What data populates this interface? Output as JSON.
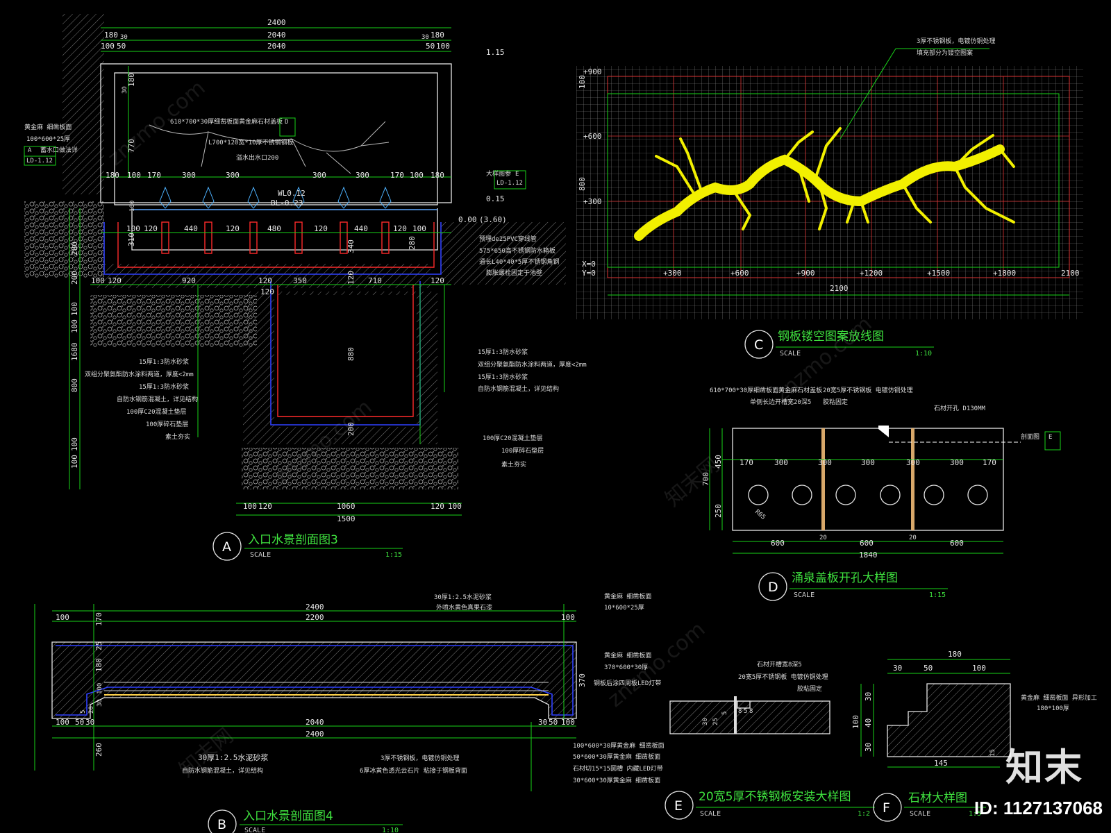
{
  "drawings": {
    "A": {
      "mark": "A",
      "title": "入口水景剖面图3",
      "scale_label": "SCALE",
      "scale_value": "1:15",
      "top_dims": [
        "2400",
        "2040",
        "2040",
        "180",
        "180",
        "30",
        "30",
        "100",
        "50",
        "50",
        "100"
      ],
      "level_marks": [
        "1.15",
        "0.15",
        "0.00",
        "(3.60)",
        "WL0.12",
        "BL-0.23"
      ],
      "cell_dims": [
        "180",
        "100",
        "170",
        "300",
        "300",
        "300",
        "300",
        "170",
        "100",
        "180"
      ],
      "pipe_dims": [
        "100",
        "120",
        "440",
        "120",
        "480",
        "120",
        "440",
        "120",
        "100"
      ],
      "lower_dims": [
        "100",
        "120",
        "920",
        "120",
        "350",
        "120",
        "710",
        "120"
      ],
      "bottom_dims": [
        "100",
        "120",
        "1060",
        "120",
        "100",
        "1500"
      ],
      "vertical_dims": [
        "1680",
        "800",
        "100",
        "100",
        "100",
        "100",
        "200",
        "280",
        "310",
        "340",
        "280",
        "120",
        "880",
        "200",
        "180",
        "770",
        "30",
        "100"
      ],
      "left_notes": [
        "黄金麻 细凿板面",
        "100*600*25厚",
        "蓄水口做法详",
        "A",
        "LD-1.12"
      ],
      "top_notes": [
        "610*700*30厚细凿板面黄金麻石材盖板",
        "D",
        "L700*120宽*10厚不锈钢钢板",
        "溢水出水口200",
        "大样图参",
        "E",
        "LD-1.12"
      ],
      "right_notes": [
        "预埋de25PVC穿线管",
        "575*650高不锈钢防水箱板",
        "通长L40*40*5厚不锈钢角钢",
        "膨胀螺栓固定于池壁"
      ],
      "layer_notes_left": [
        "15厚1:3防水砂浆",
        "双组分聚氨酯防水涂料两道，厚度<2mm",
        "15厚1:3防水砂浆",
        "自防水钢筋混凝土，详见结构",
        "100厚C20混凝土垫层",
        "100厚碎石垫层",
        "素土夯实"
      ],
      "layer_notes_right": [
        "15厚1:3防水砂浆",
        "双组分聚氨酯防水涂料两道，厚度<2mm",
        "15厚1:3防水砂浆",
        "自防水钢筋混凝土，详见结构"
      ],
      "base_notes": [
        "100厚C20混凝土垫层",
        "100厚碎石垫层",
        "素土夯实"
      ]
    },
    "B": {
      "mark": "B",
      "title": "入口水景剖面图4",
      "scale_label": "SCALE",
      "scale_value": "1:10",
      "top_dims": [
        "2400",
        "2200",
        "100",
        "100",
        "170",
        "25",
        "180"
      ],
      "bottom_dims": [
        "2040",
        "2400",
        "100",
        "50",
        "30",
        "30",
        "50",
        "100"
      ],
      "vertical_dims": [
        "370",
        "260",
        "100",
        "30",
        "20",
        "5"
      ],
      "top_notes": [
        "30厚1:2.5水泥砂浆",
        "外喷水黄色真果石漆",
        "黄金麻 细凿板面",
        "10*600*25厚"
      ],
      "right_notes": [
        "黄金麻 细凿板面",
        "370*600*30厚",
        "钢板后涂四周板LED灯带",
        "100*600*30厚黄金麻 细凿板面",
        "50*600*30厚黄金麻 细凿板面",
        "石材切15*15圆槽 内藏LED灯带",
        "30*600*30厚黄金麻 细凿板面"
      ],
      "bottom_notes": [
        "30厚1:2.5水泥砂浆",
        "自防水钢筋混凝土，详见结构",
        "3厚不锈钢板，电镀仿铜处理",
        "6厚冰黄色透光云石片 粘接于钢板背面"
      ]
    },
    "C": {
      "mark": "C",
      "title": "钢板镂空图案放线图",
      "scale_label": "SCALE",
      "scale_value": "1:10",
      "notes": [
        "3厚不锈钢板，电镀仿铜处理",
        "填充部分为镂空图案"
      ],
      "y_labels": [
        "+900",
        "+600",
        "+300",
        "X=0"
      ],
      "x_labels": [
        "Y=0",
        "+300",
        "+600",
        "+900",
        "+1200",
        "+1500",
        "+1800",
        "2100"
      ],
      "dims": [
        "2100",
        "800",
        "100"
      ]
    },
    "D": {
      "mark": "D",
      "title": "涌泉盖板开孔大样图",
      "scale_label": "SCALE",
      "scale_value": "1:15",
      "notes": [
        "610*700*30厚细凿板面黄金麻石材盖板",
        "单侧长边开槽宽20深5",
        "20宽5厚不锈钢板 电镀仿铜处理",
        "胶粘固定",
        "石材开孔 D130MM",
        "剖面图",
        "E"
      ],
      "row_dims": [
        "170",
        "300",
        "300",
        "300",
        "300",
        "300",
        "170"
      ],
      "bottom_dims": [
        "600",
        "20",
        "600",
        "20",
        "600",
        "1840"
      ],
      "vertical_dims": [
        "700",
        "450",
        "250"
      ],
      "hole_label": "R65"
    },
    "E": {
      "mark": "E",
      "title": "20宽5厚不锈钢板安装大样图",
      "scale_label": "SCALE",
      "scale_value": "1:2",
      "notes": [
        "石材开槽宽8深5",
        "20宽5厚不锈钢板 电镀仿铜处理",
        "胶粘固定"
      ],
      "dims": [
        "30",
        "25",
        "5",
        "8",
        "5",
        "8"
      ]
    },
    "F": {
      "mark": "F",
      "title": "石材大样图",
      "scale_label": "SCALE",
      "scale_value": "1:5",
      "notes": [
        "黄金麻 细凿板面 异形加工",
        "180*100厚"
      ],
      "dims": [
        "180",
        "30",
        "50",
        "100",
        "100",
        "30",
        "40",
        "30",
        "145",
        "15"
      ]
    }
  },
  "branding": {
    "logo": "知末",
    "image_id": "ID: 1127137068",
    "watermark": "znzmo.com",
    "watermark_cn": "知末网"
  },
  "colors": {
    "background": "#000000",
    "dimension_lines": "#19d319",
    "outlines": "#e6e6e6",
    "waterproof": "#2f41ff",
    "steel": "#ff2a2a",
    "pattern_fill": "#f2f000",
    "title_text": "#3fe33f"
  }
}
